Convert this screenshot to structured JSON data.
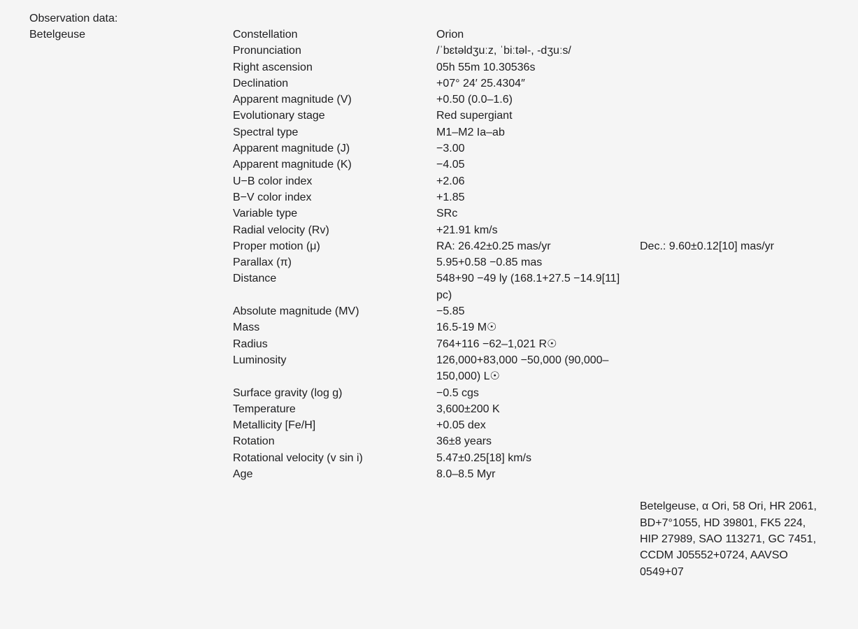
{
  "heading": "Observation data:",
  "star_name": "Betelgeuse",
  "rows": [
    {
      "label": "Constellation",
      "value": "Orion"
    },
    {
      "label": "Pronunciation",
      "value": "/ˈbɛtəldʒuːz, ˈbiːtəl-, -dʒuːs/"
    },
    {
      "label": "Right ascension",
      "value": "05h 55m 10.30536s"
    },
    {
      "label": "Declination",
      "value": "+07° 24′ 25.4304″"
    },
    {
      "label": "Apparent magnitude (V)",
      "value": "+0.50 (0.0–1.6)"
    },
    {
      "label": "Evolutionary stage",
      "value": "Red supergiant"
    },
    {
      "label": "Spectral type",
      "value": "M1–M2 Ia–ab"
    },
    {
      "label": "Apparent magnitude (J)",
      "value": "−3.00"
    },
    {
      "label": "Apparent magnitude (K)",
      "value": "−4.05"
    },
    {
      "label": "U−B color index",
      "value": "+2.06"
    },
    {
      "label": "B−V color index",
      "value": "+1.85"
    },
    {
      "label": "Variable type",
      "value": "SRc"
    },
    {
      "label": "Radial velocity (Rv)",
      "value": "+21.91 km/s"
    },
    {
      "label": "Proper motion (μ)",
      "value": "RA: 26.42±0.25 mas/yr",
      "extra": "Dec.: 9.60±0.12[10] mas/yr"
    },
    {
      "label": "Parallax (π)",
      "value": "5.95+0.58 −0.85 mas"
    },
    {
      "label": "Distance",
      "value": "548+90 −49 ly (168.1+27.5 −14.9[11] pc)"
    },
    {
      "label": "Absolute magnitude (MV)",
      "value": "−5.85"
    },
    {
      "label": "Mass",
      "value": "16.5-19 M☉"
    },
    {
      "label": "Radius",
      "value": "764+116 −62–1,021 R☉"
    },
    {
      "label": "Luminosity",
      "value": "126,000+83,000 −50,000 (90,000–150,000) L☉"
    },
    {
      "label": "Surface gravity (log g)",
      "value": "−0.5 cgs"
    },
    {
      "label": "Temperature",
      "value": "3,600±200 K"
    },
    {
      "label": "Metallicity [Fe/H]",
      "value": "+0.05 dex"
    },
    {
      "label": "Rotation",
      "value": "36±8 years"
    },
    {
      "label": "Rotational velocity (v sin i)",
      "value": "5.47±0.25[18] km/s"
    },
    {
      "label": "Age",
      "value": "8.0–8.5 Myr"
    }
  ],
  "designations": "Betelgeuse, α Ori, 58 Ori, HR 2061, BD+7°1055, HD 39801, FK5 224, HIP 27989, SAO 113271, GC 7451, CCDM J05552+0724, AAVSO 0549+07"
}
